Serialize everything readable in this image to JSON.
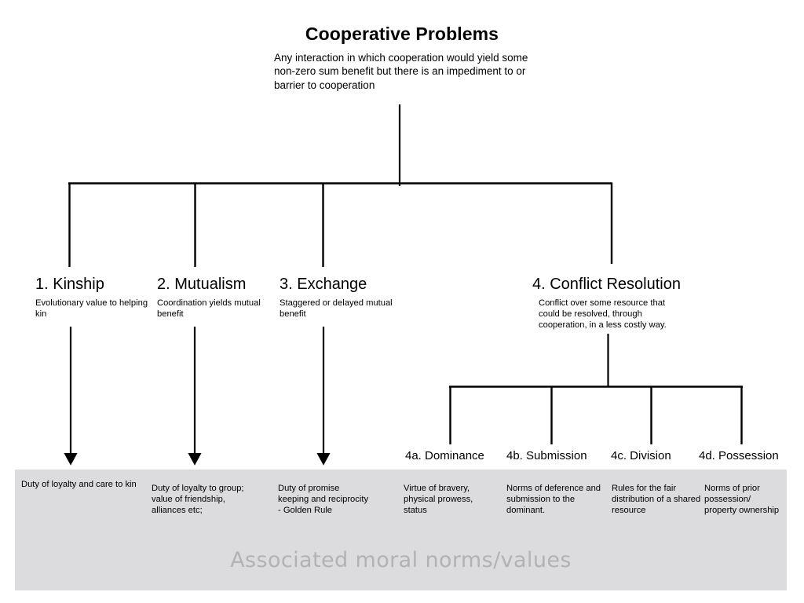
{
  "diagram": {
    "root": {
      "title": "Cooperative Problems",
      "description": "Any interaction in which cooperation would yield some non-zero sum benefit but there is an impediment to or barrier to cooperation"
    },
    "branches": [
      {
        "title": "1. Kinship",
        "description": "Evolutionary value to helping kin"
      },
      {
        "title": "2. Mutualism",
        "description": "Coordination yields mutual benefit"
      },
      {
        "title": "3. Exchange",
        "description": "Staggered or delayed mutual benefit"
      },
      {
        "title": "4. Conflict Resolution",
        "description": "Conflict over some resource that could be resolved, through cooperation, in a less costly way."
      }
    ],
    "sub_branches": [
      {
        "title": "4a. Dominance"
      },
      {
        "title": "4b. Submission"
      },
      {
        "title": "4c. Division"
      },
      {
        "title": "4d. Possession"
      }
    ],
    "norms_panel": {
      "caption": "Associated moral norms/values",
      "background_color": "#dcdcde",
      "caption_color": "#b2b2b4",
      "entries": [
        "Duty of loyalty and care to kin",
        "Duty of loyalty to group; value of friendship, alliances etc;",
        "Duty of promise keeping and reciprocity - Golden Rule",
        "Virtue of bravery, physical prowess, status",
        "Norms of deference and submission to the dominant.",
        "Rules for the fair distribution of a shared resource",
        "Norms of prior possession/ property ownership"
      ]
    },
    "line_color": "#000000"
  }
}
